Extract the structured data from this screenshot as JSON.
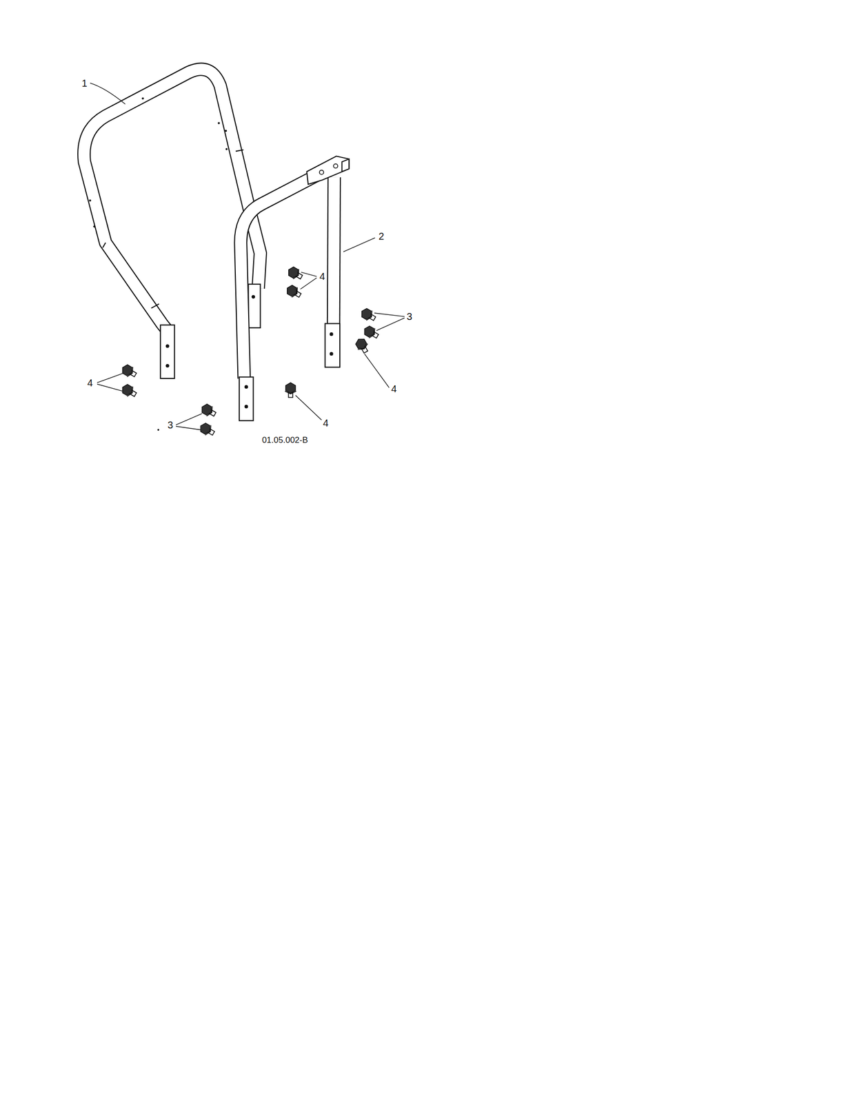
{
  "diagram": {
    "labels": [
      "1",
      "2",
      "4",
      "3",
      "4",
      "4",
      "4",
      "3",
      "01.05.002-B"
    ]
  }
}
